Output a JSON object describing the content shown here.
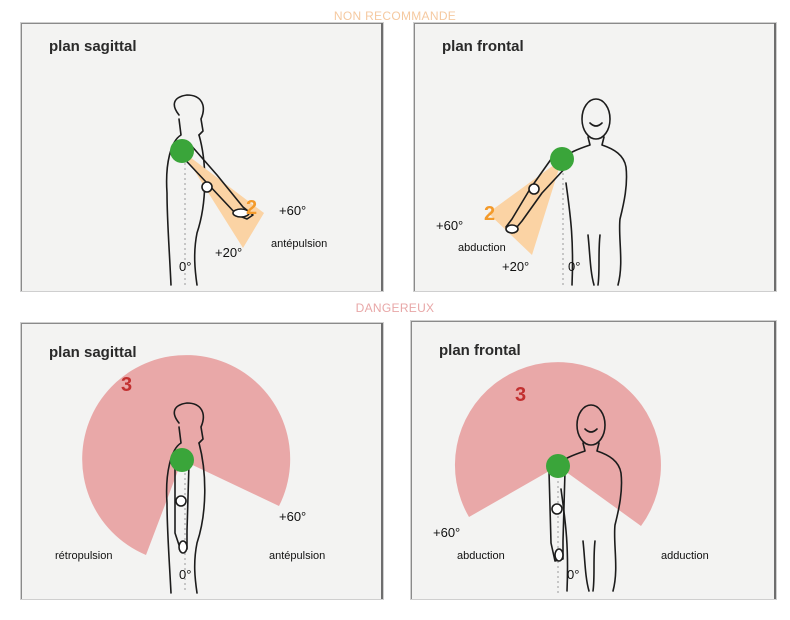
{
  "labels": {
    "top_section": "NON RECOMMANDE",
    "bottom_section": "DANGEREUX"
  },
  "colors": {
    "zone_orange": "#fbd3a4",
    "zone_red": "#e8a0a0",
    "joint_green": "#3aa53a"
  },
  "panels": {
    "top_left": {
      "title": "plan sagittal",
      "zone": "2",
      "angle_upper": "+60°",
      "angle_lower": "+20°",
      "angle_zero": "0°",
      "movement": "antépulsion"
    },
    "top_right": {
      "title": "plan frontal",
      "zone": "2",
      "angle_upper": "+60°",
      "angle_lower": "+20°",
      "angle_zero": "0°",
      "movement": "abduction"
    },
    "bottom_left": {
      "title": "plan sagittal",
      "zone": "3",
      "angle_upper": "+60°",
      "angle_zero": "0°",
      "movement_back": "rétropulsion",
      "movement_front": "antépulsion"
    },
    "bottom_right": {
      "title": "plan frontal",
      "zone": "3",
      "angle_upper": "+60°",
      "angle_zero": "0°",
      "movement_out": "abduction",
      "movement_in": "adduction"
    }
  }
}
